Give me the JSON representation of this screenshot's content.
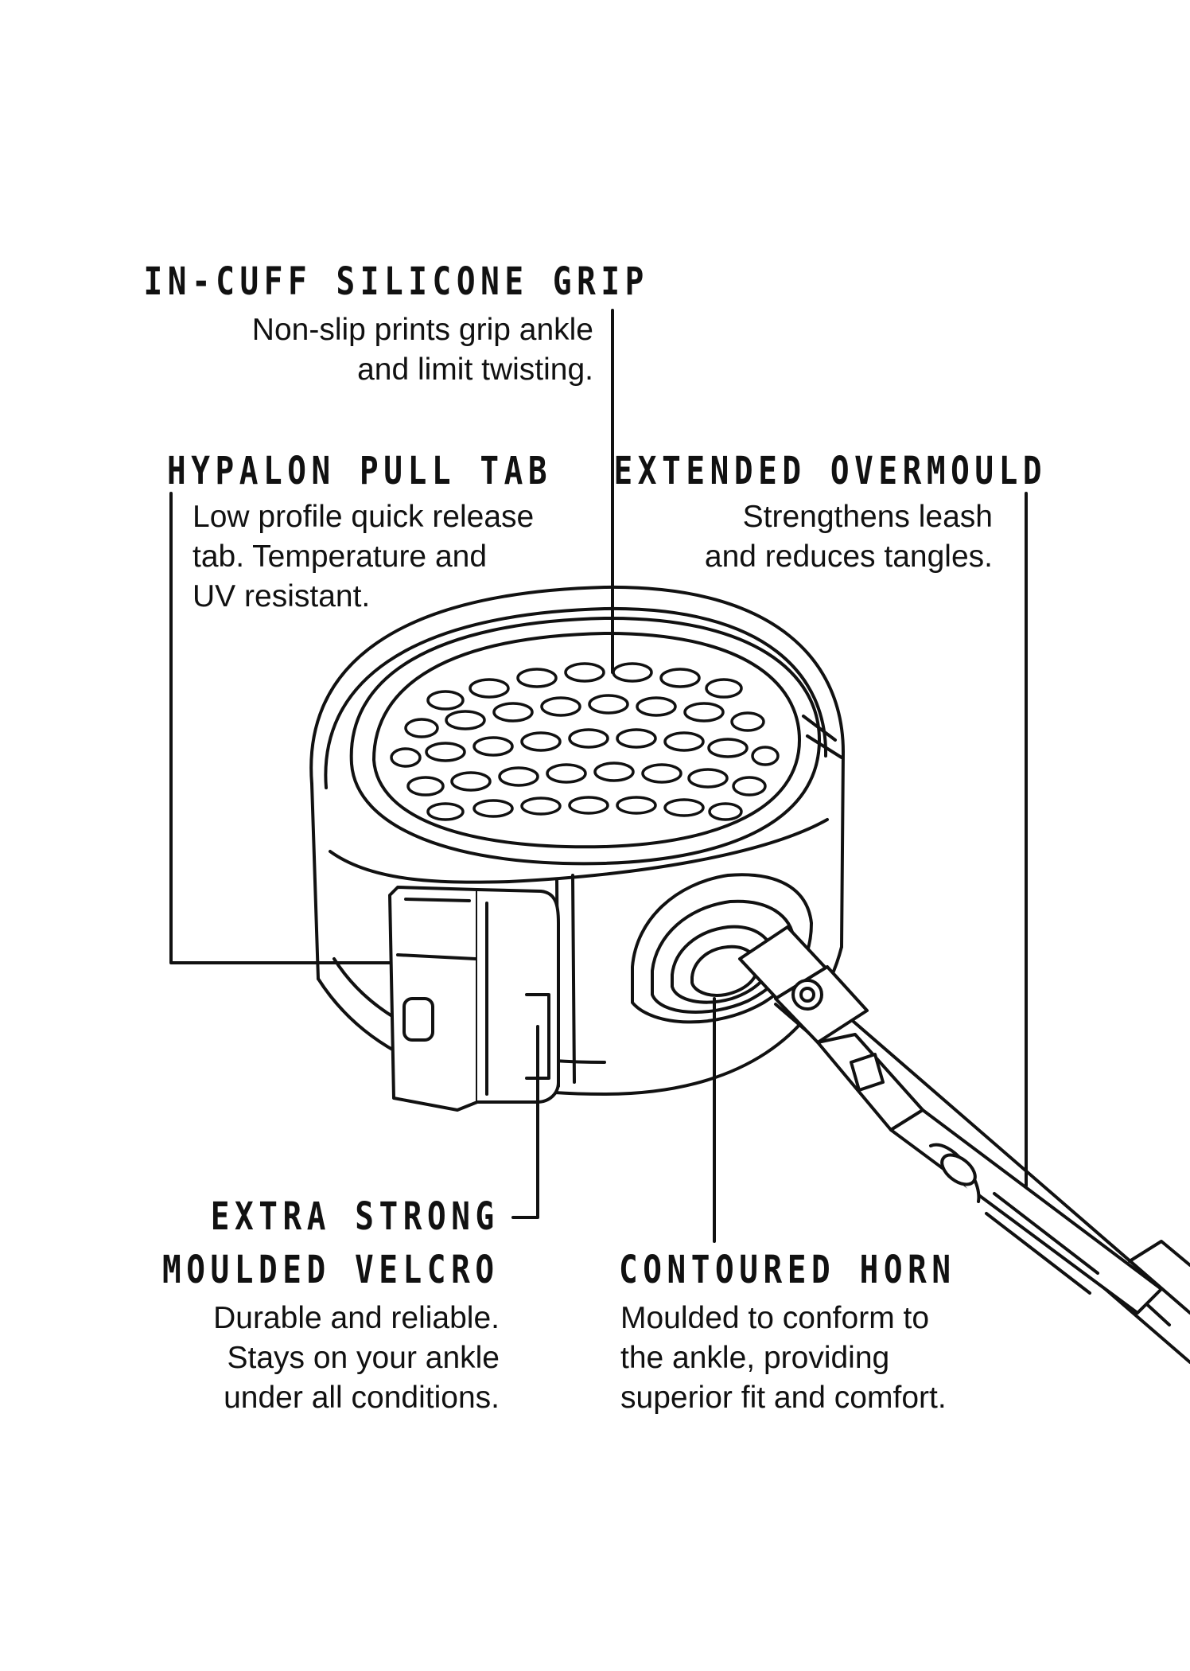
{
  "callouts": {
    "grip": {
      "title": "IN-CUFF SILICONE GRIP",
      "lines": [
        "Non-slip prints grip ankle",
        "and limit twisting."
      ]
    },
    "tab": {
      "title": "HYPALON PULL TAB",
      "lines": [
        "Low profile quick release",
        "tab. Temperature and",
        "UV resistant."
      ]
    },
    "overmould": {
      "title": "EXTENDED OVERMOULD",
      "lines": [
        "Strengthens leash",
        "and reduces tangles."
      ]
    },
    "velcro": {
      "title_lines": [
        "EXTRA STRONG",
        "MOULDED VELCRO"
      ],
      "lines": [
        "Durable and reliable.",
        "Stays on your ankle",
        "under all conditions."
      ]
    },
    "horn": {
      "title": "CONTOURED HORN",
      "lines": [
        "Moulded to conform to",
        "the ankle, providing",
        "superior fit and comfort."
      ]
    }
  },
  "illustration": {
    "subject": "ankle-cuff-with-leash",
    "line_color": "#111111",
    "fill_color": "#ffffff"
  }
}
